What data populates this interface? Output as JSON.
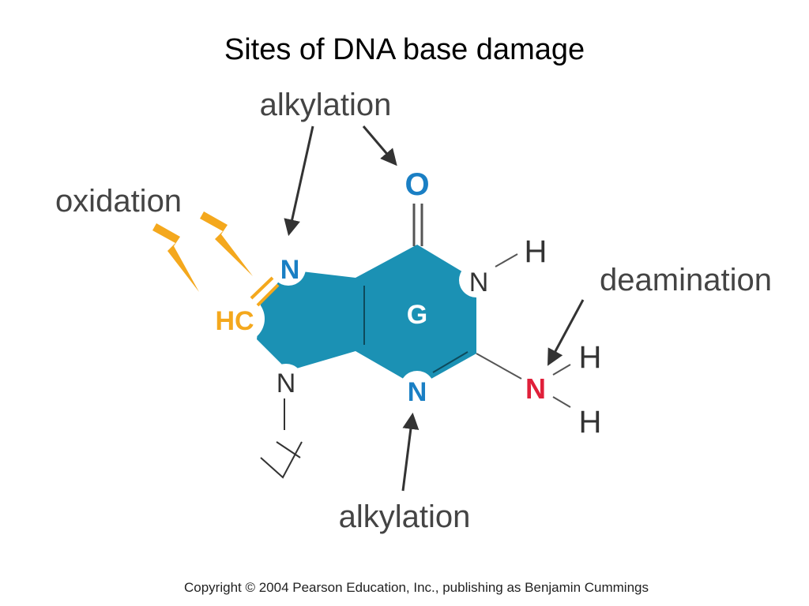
{
  "title": "Sites of DNA base damage",
  "labels": {
    "alkylation_top": "alkylation",
    "oxidation": "oxidation",
    "deamination": "deamination",
    "alkylation_bottom": "alkylation"
  },
  "atoms": {
    "oxygen": "O",
    "n7": "N",
    "hc": "HC",
    "n9": "N",
    "n1": "N",
    "h1": "H",
    "n3": "N",
    "amino_n": "N",
    "amino_h1": "H",
    "amino_h2": "H",
    "base_letter": "G"
  },
  "copyright": "Copyright © 2004 Pearson Education, Inc., publishing as Benjamin Cummings",
  "colors": {
    "ring_fill": "#1b91b4",
    "atom_blue": "#1a7fc4",
    "oxidation_orange": "#f4a81d",
    "deamination_red": "#e0203a",
    "label_gray": "#444444",
    "arrow": "#333333"
  }
}
